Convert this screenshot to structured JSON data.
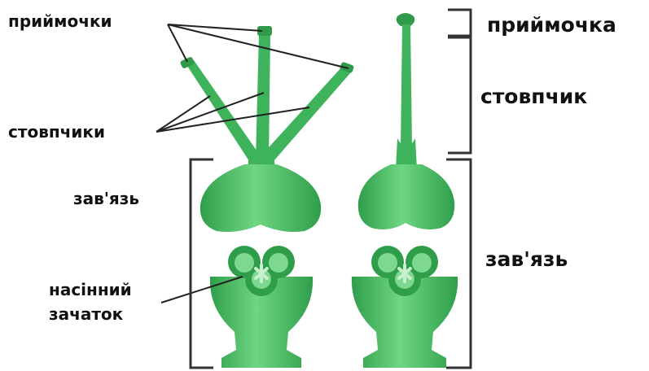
{
  "labels": {
    "stigmas": "приймочки",
    "styles": "стовпчики",
    "ovary_left": "зав'язь",
    "ovule_line1": "насінний",
    "ovule_line2": "зачаток",
    "stigma": "приймочка",
    "style": "стовпчик",
    "ovary_right": "зав'язь"
  },
  "colors": {
    "pistil_green": "#3db35a",
    "pistil_light": "#7fd88f",
    "pistil_dark": "#23873d",
    "text": "#111111",
    "leader_lines": "#222222",
    "brackets": "#333333"
  }
}
